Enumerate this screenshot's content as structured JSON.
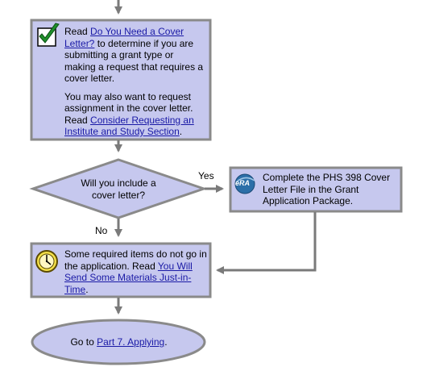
{
  "step_read_cover_letter": {
    "intro": "Read ",
    "link": "Do You Need a Cover Letter?",
    "rest": " to determine if you are submitting a grant type or making a request that requires a cover letter.",
    "p2_text": "You may also want to request assignment in the cover letter. Read ",
    "p2_link": "Consider Requesting an Institute and Study Section",
    "p2_end": ".",
    "icon": "checkbox-check-icon"
  },
  "decision": {
    "question": "Will you include a cover letter?",
    "yes_label": "Yes",
    "no_label": "No"
  },
  "step_complete_cover": {
    "icon_text": "eRA",
    "text": "Complete the PHS 398 Cover Letter File in the Grant Application Package.",
    "icon": "era-logo-icon"
  },
  "step_just_in_time": {
    "intro": "Some required items do not go in the application. Read ",
    "link": "You Will Send Some Materials Just-in-Time",
    "end": ".",
    "icon": "clock-icon"
  },
  "end_step": {
    "prefix": "Go to ",
    "link": "Part 7. Applying",
    "end": "."
  },
  "colors": {
    "box_fill": "#c6c8ee",
    "box_stroke": "#8a8a8a",
    "arrow": "#7a7a7a",
    "link": "#1a1aa6"
  }
}
